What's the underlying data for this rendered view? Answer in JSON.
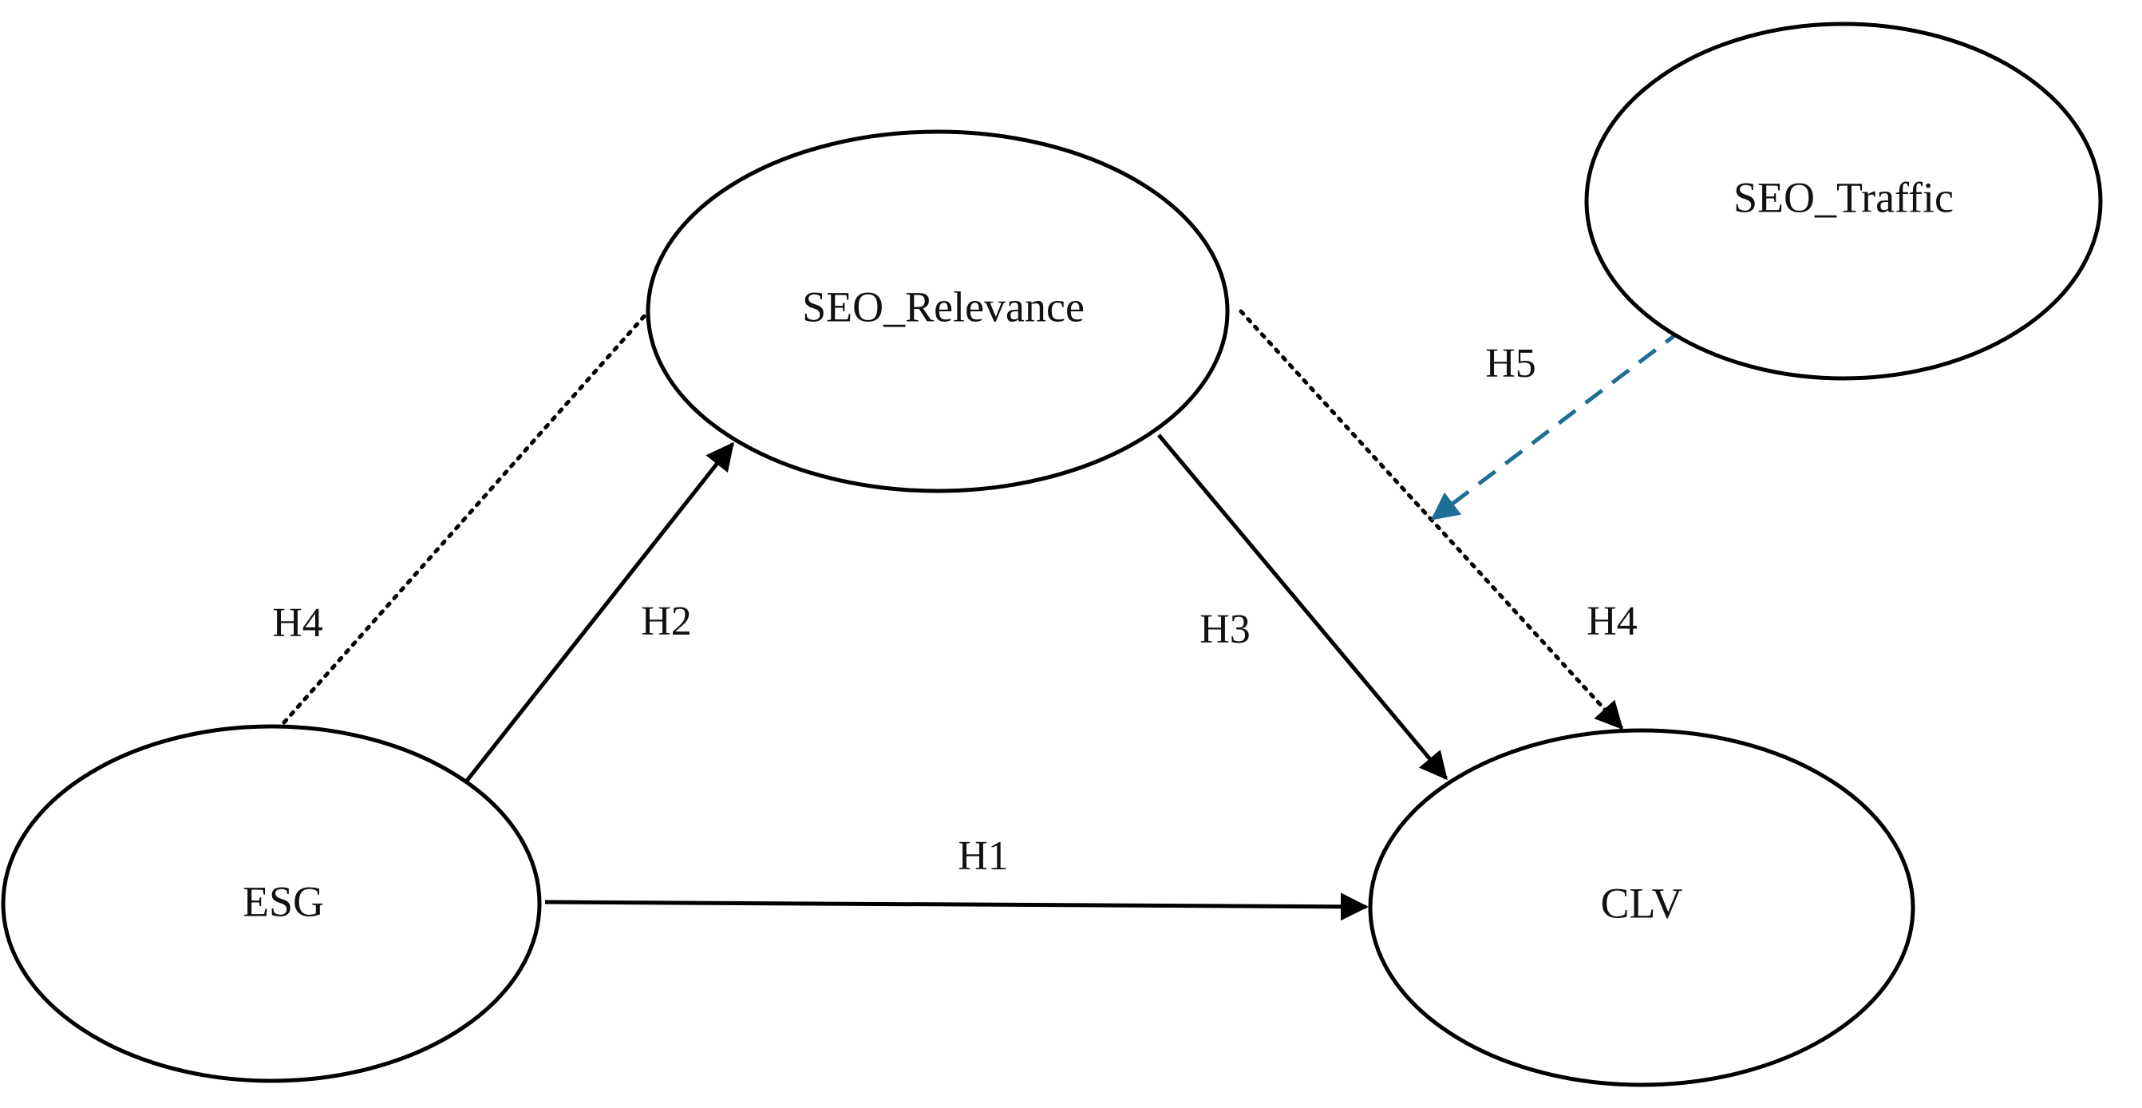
{
  "diagram": {
    "nodes": {
      "seo_relevance": {
        "label": "SEO_Relevance"
      },
      "seo_traffic": {
        "label": "SEO_Traffic"
      },
      "esg": {
        "label": "ESG"
      },
      "clv": {
        "label": "CLV"
      }
    },
    "edges": {
      "h1": {
        "label": "H1",
        "from": "ESG",
        "to": "CLV",
        "style": "solid"
      },
      "h2": {
        "label": "H2",
        "from": "ESG",
        "to": "SEO_Relevance",
        "style": "solid"
      },
      "h3": {
        "label": "H3",
        "from": "SEO_Relevance",
        "to": "CLV",
        "style": "solid"
      },
      "h4_left": {
        "label": "H4",
        "from": "ESG",
        "to": "SEO_Relevance",
        "style": "dotted"
      },
      "h4_right": {
        "label": "H4",
        "from": "SEO_Relevance",
        "to": "CLV",
        "style": "dotted"
      },
      "h5": {
        "label": "H5",
        "from": "SEO_Traffic",
        "to": "H4 path",
        "style": "dashed"
      }
    },
    "colors": {
      "stroke": "#000000",
      "moderator_arrow": "#1f6e96",
      "background": "#ffffff"
    }
  }
}
